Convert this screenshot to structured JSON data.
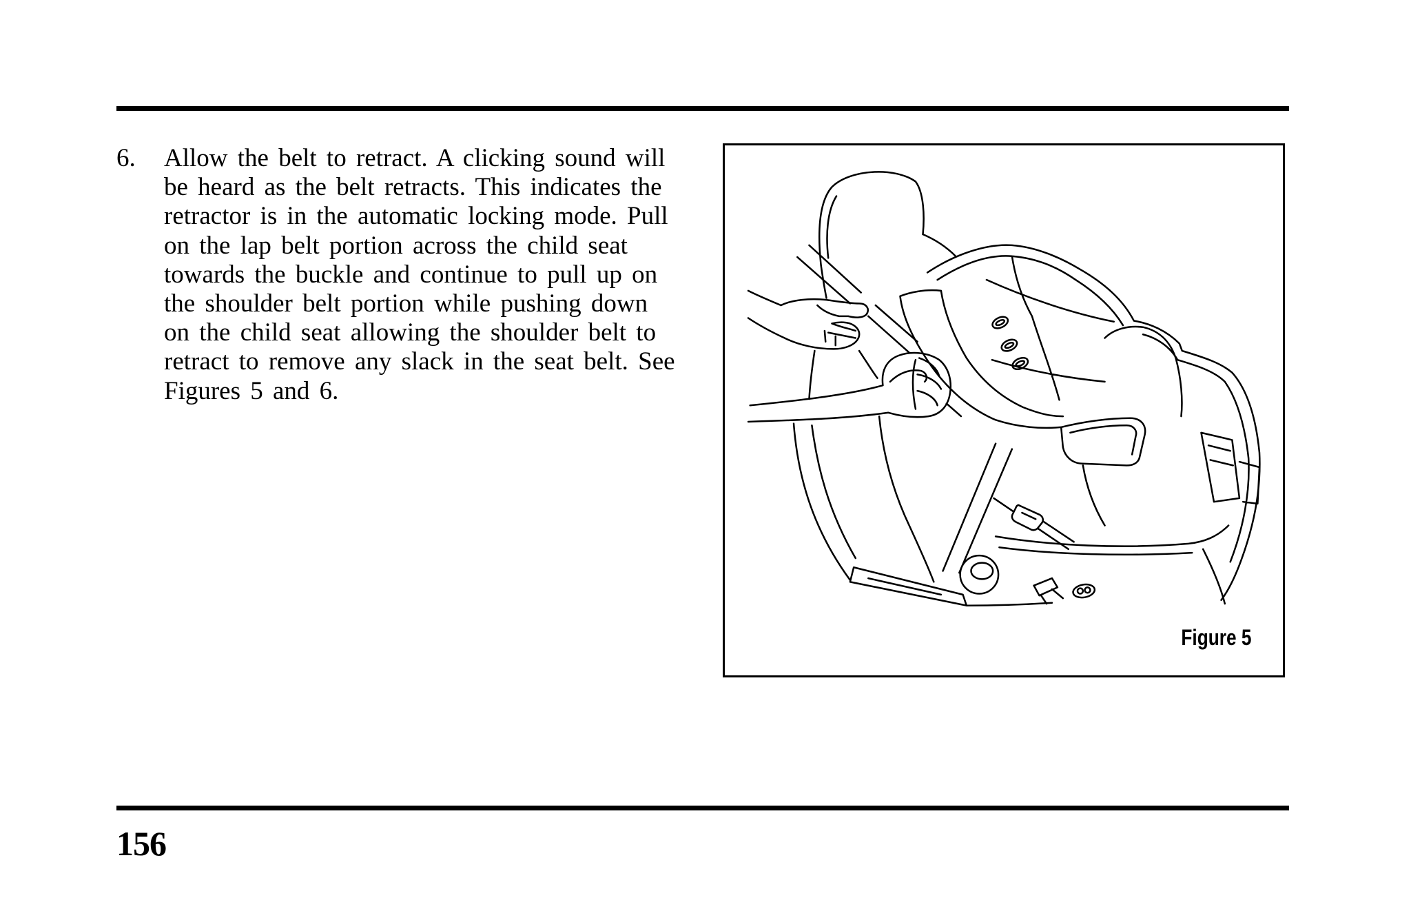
{
  "colors": {
    "ink": "#000000",
    "paper": "#ffffff"
  },
  "step": {
    "number": "6.",
    "lines": [
      "Allow the belt to retract. A clicking sound will",
      "be heard as the belt retracts. This indicates the",
      "retractor is in the automatic locking mode. Pull",
      "on the lap belt portion across the child seat",
      "towards the buckle and continue to pull up on",
      "the shoulder belt portion while pushing down",
      "on the child seat allowing the shoulder belt to",
      "retract to remove any slack in the seat belt. See",
      "Figures 5 and 6."
    ]
  },
  "figure": {
    "caption": "Figure 5"
  },
  "footer": {
    "page_number": "156"
  }
}
